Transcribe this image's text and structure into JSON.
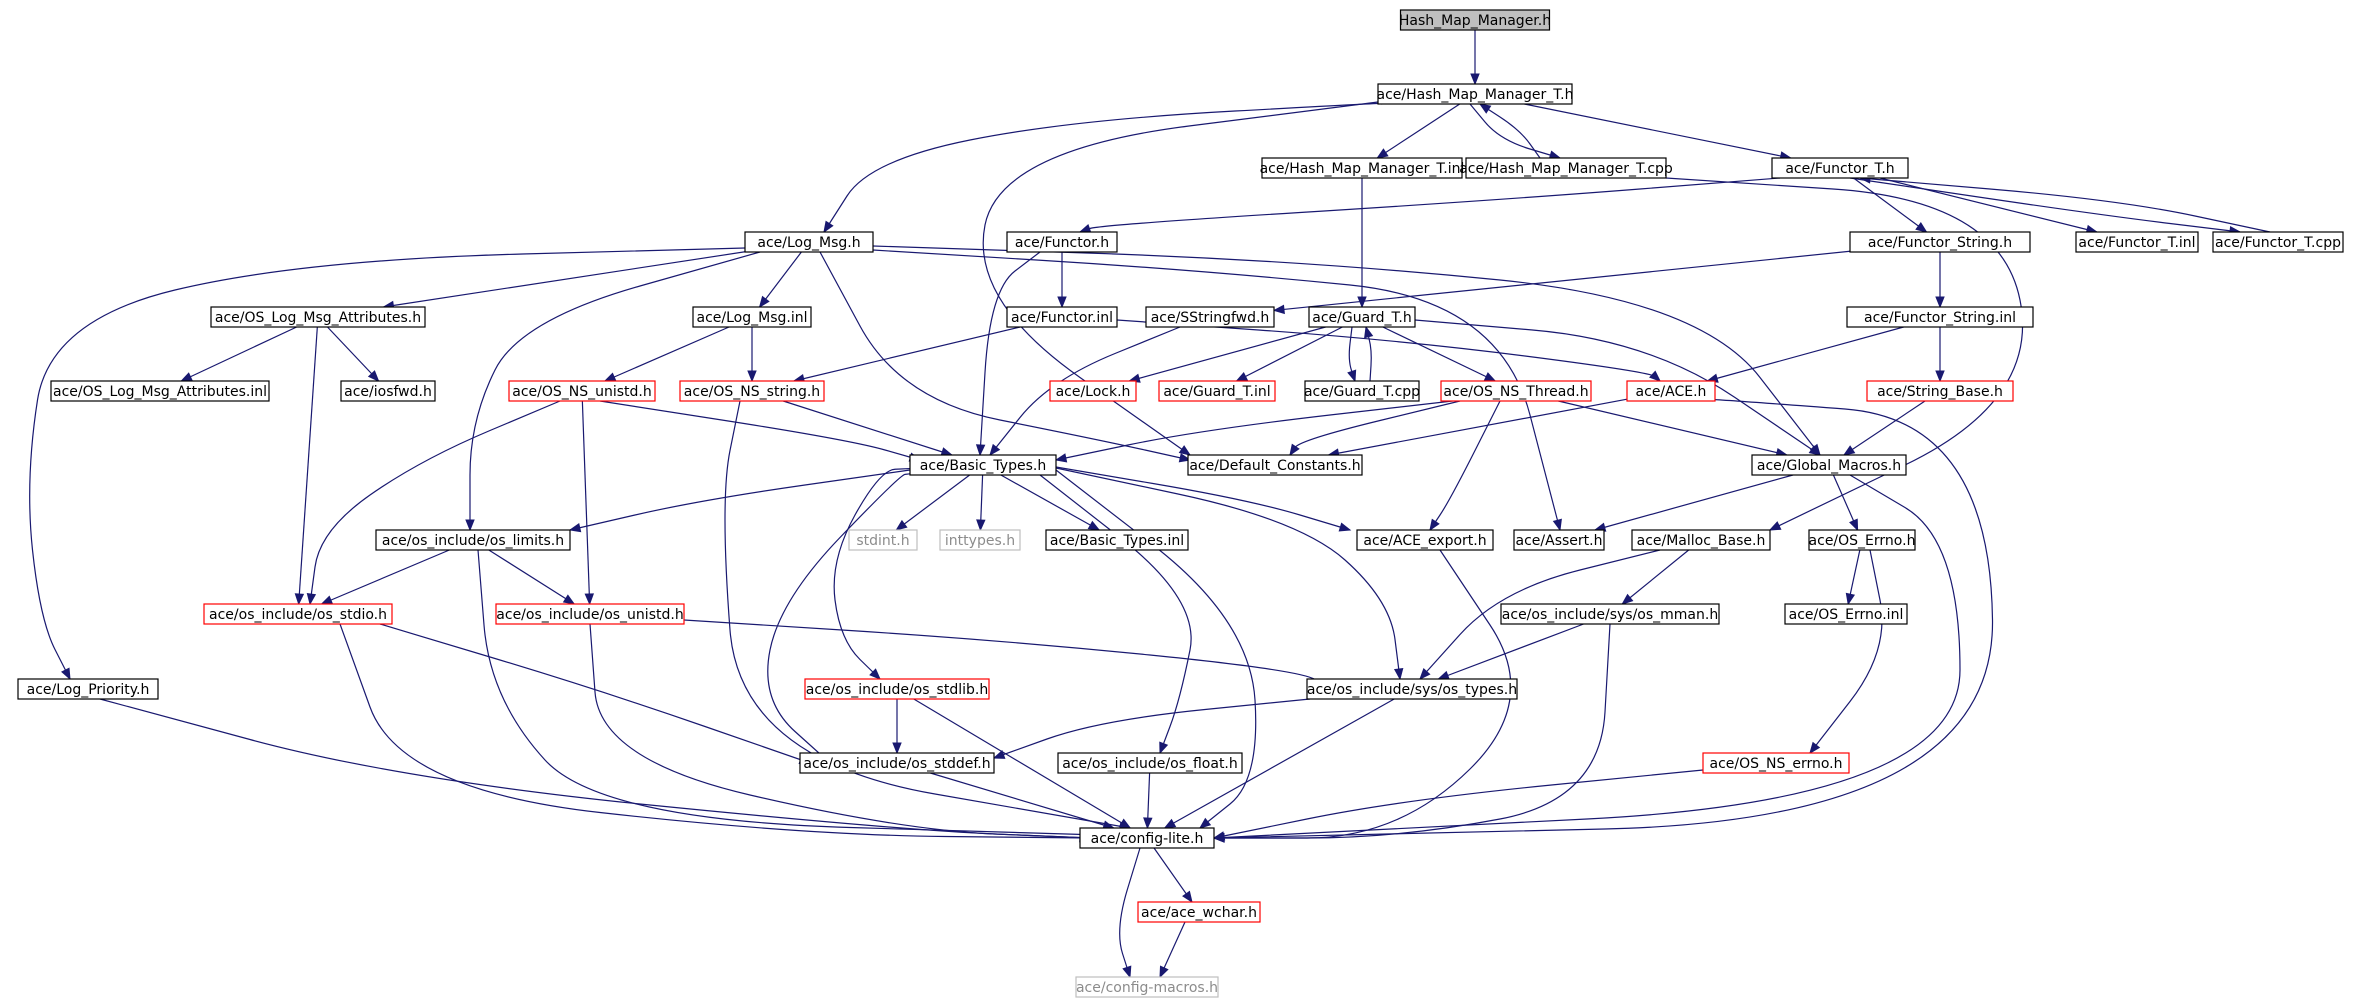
{
  "colors": {
    "edge": "#191970",
    "border_normal": "#000000",
    "border_truncated": "#ff0000",
    "border_external": "#bfbfbf",
    "fill_root": "#bfbfbf",
    "fill": "#ffffff"
  },
  "diagram": {
    "nodes": [
      {
        "id": "root",
        "label": "Hash_Map_Manager.h",
        "kind": "root"
      },
      {
        "id": "hmmT",
        "label": "ace/Hash_Map_Manager_T.h",
        "kind": "normal"
      },
      {
        "id": "hmmTinl",
        "label": "ace/Hash_Map_Manager_T.inl",
        "kind": "normal"
      },
      {
        "id": "hmmTcpp",
        "label": "ace/Hash_Map_Manager_T.cpp",
        "kind": "normal"
      },
      {
        "id": "functorT",
        "label": "ace/Functor_T.h",
        "kind": "normal"
      },
      {
        "id": "logmsg",
        "label": "ace/Log_Msg.h",
        "kind": "normal"
      },
      {
        "id": "functor",
        "label": "ace/Functor.h",
        "kind": "normal"
      },
      {
        "id": "functorString",
        "label": "ace/Functor_String.h",
        "kind": "normal"
      },
      {
        "id": "functorTinl",
        "label": "ace/Functor_T.inl",
        "kind": "normal"
      },
      {
        "id": "functorTcpp",
        "label": "ace/Functor_T.cpp",
        "kind": "normal"
      },
      {
        "id": "oslogattr",
        "label": "ace/OS_Log_Msg_Attributes.h",
        "kind": "normal"
      },
      {
        "id": "logmsginl",
        "label": "ace/Log_Msg.inl",
        "kind": "normal"
      },
      {
        "id": "functorinl",
        "label": "ace/Functor.inl",
        "kind": "normal"
      },
      {
        "id": "sstringfwd",
        "label": "ace/SStringfwd.h",
        "kind": "normal"
      },
      {
        "id": "guardT",
        "label": "ace/Guard_T.h",
        "kind": "normal"
      },
      {
        "id": "functorStringinl",
        "label": "ace/Functor_String.inl",
        "kind": "normal"
      },
      {
        "id": "oslogattrinl",
        "label": "ace/OS_Log_Msg_Attributes.inl",
        "kind": "normal"
      },
      {
        "id": "iosfwd",
        "label": "ace/iosfwd.h",
        "kind": "normal"
      },
      {
        "id": "osnsunistd",
        "label": "ace/OS_NS_unistd.h",
        "kind": "truncated"
      },
      {
        "id": "osnsstring",
        "label": "ace/OS_NS_string.h",
        "kind": "truncated"
      },
      {
        "id": "lock",
        "label": "ace/Lock.h",
        "kind": "truncated"
      },
      {
        "id": "guardTinl",
        "label": "ace/Guard_T.inl",
        "kind": "truncated"
      },
      {
        "id": "guardTcpp",
        "label": "ace/Guard_T.cpp",
        "kind": "normal"
      },
      {
        "id": "osnsthread",
        "label": "ace/OS_NS_Thread.h",
        "kind": "truncated"
      },
      {
        "id": "aceh",
        "label": "ace/ACE.h",
        "kind": "truncated"
      },
      {
        "id": "stringbase",
        "label": "ace/String_Base.h",
        "kind": "truncated"
      },
      {
        "id": "basictypes",
        "label": "ace/Basic_Types.h",
        "kind": "normal"
      },
      {
        "id": "defconst",
        "label": "ace/Default_Constants.h",
        "kind": "normal"
      },
      {
        "id": "globalmacros",
        "label": "ace/Global_Macros.h",
        "kind": "normal"
      },
      {
        "id": "oslimits",
        "label": "ace/os_include/os_limits.h",
        "kind": "normal"
      },
      {
        "id": "stdint",
        "label": "stdint.h",
        "kind": "external"
      },
      {
        "id": "inttypes",
        "label": "inttypes.h",
        "kind": "external"
      },
      {
        "id": "basictypesinl",
        "label": "ace/Basic_Types.inl",
        "kind": "normal"
      },
      {
        "id": "aceexport",
        "label": "ace/ACE_export.h",
        "kind": "normal"
      },
      {
        "id": "assert",
        "label": "ace/Assert.h",
        "kind": "normal"
      },
      {
        "id": "mallocbase",
        "label": "ace/Malloc_Base.h",
        "kind": "normal"
      },
      {
        "id": "oserrno",
        "label": "ace/OS_Errno.h",
        "kind": "normal"
      },
      {
        "id": "osstdio",
        "label": "ace/os_include/os_stdio.h",
        "kind": "truncated"
      },
      {
        "id": "osunistd",
        "label": "ace/os_include/os_unistd.h",
        "kind": "truncated"
      },
      {
        "id": "osmman",
        "label": "ace/os_include/sys/os_mman.h",
        "kind": "normal"
      },
      {
        "id": "oserrnoinl",
        "label": "ace/OS_Errno.inl",
        "kind": "normal"
      },
      {
        "id": "logpriority",
        "label": "ace/Log_Priority.h",
        "kind": "normal"
      },
      {
        "id": "osstdlib",
        "label": "ace/os_include/os_stdlib.h",
        "kind": "truncated"
      },
      {
        "id": "ostypes",
        "label": "ace/os_include/sys/os_types.h",
        "kind": "normal"
      },
      {
        "id": "osstddef",
        "label": "ace/os_include/os_stddef.h",
        "kind": "normal"
      },
      {
        "id": "osfloat",
        "label": "ace/os_include/os_float.h",
        "kind": "normal"
      },
      {
        "id": "osnserrno",
        "label": "ace/OS_NS_errno.h",
        "kind": "truncated"
      },
      {
        "id": "configlite",
        "label": "ace/config-lite.h",
        "kind": "normal"
      },
      {
        "id": "acewchar",
        "label": "ace/ace_wchar.h",
        "kind": "truncated"
      },
      {
        "id": "configmacros",
        "label": "ace/config-macros.h",
        "kind": "external"
      }
    ],
    "edges": [
      [
        "root",
        "hmmT"
      ],
      [
        "hmmT",
        "logmsg"
      ],
      [
        "hmmT",
        "hmmTinl"
      ],
      [
        "hmmT",
        "hmmTcpp"
      ],
      [
        "hmmT",
        "functorT"
      ],
      [
        "hmmT",
        "defconst"
      ],
      [
        "hmmTcpp",
        "hmmT"
      ],
      [
        "hmmTcpp",
        "mallocbase"
      ],
      [
        "hmmTinl",
        "guardT"
      ],
      [
        "functorT",
        "functor"
      ],
      [
        "functorT",
        "functorString"
      ],
      [
        "functorT",
        "functorTinl"
      ],
      [
        "functorT",
        "functorTcpp"
      ],
      [
        "functorTcpp",
        "functorT"
      ],
      [
        "logmsg",
        "oslogattr"
      ],
      [
        "logmsg",
        "logmsginl"
      ],
      [
        "logmsg",
        "logpriority"
      ],
      [
        "logmsg",
        "oslimits"
      ],
      [
        "logmsg",
        "defconst"
      ],
      [
        "logmsg",
        "globalmacros"
      ],
      [
        "logmsg",
        "assert"
      ],
      [
        "functor",
        "functorinl"
      ],
      [
        "functor",
        "basictypes"
      ],
      [
        "functorString",
        "sstringfwd"
      ],
      [
        "functorString",
        "functorStringinl"
      ],
      [
        "functorinl",
        "aceh"
      ],
      [
        "functorinl",
        "osnsstring"
      ],
      [
        "sstringfwd",
        "basictypes"
      ],
      [
        "guardT",
        "lock"
      ],
      [
        "guardT",
        "guardTinl"
      ],
      [
        "guardT",
        "guardTcpp"
      ],
      [
        "guardT",
        "osnsthread"
      ],
      [
        "guardT",
        "globalmacros"
      ],
      [
        "guardTcpp",
        "guardT"
      ],
      [
        "functorStringinl",
        "aceh"
      ],
      [
        "functorStringinl",
        "stringbase"
      ],
      [
        "oslogattr",
        "oslogattrinl"
      ],
      [
        "oslogattr",
        "iosfwd"
      ],
      [
        "oslogattr",
        "osstdio"
      ],
      [
        "logmsginl",
        "osnsunistd"
      ],
      [
        "logmsginl",
        "osnsstring"
      ],
      [
        "osnsunistd",
        "basictypes"
      ],
      [
        "osnsunistd",
        "osstdio"
      ],
      [
        "osnsunistd",
        "osunistd"
      ],
      [
        "osnsstring",
        "basictypes"
      ],
      [
        "osnsstring",
        "configlite"
      ],
      [
        "osnsthread",
        "basictypes"
      ],
      [
        "osnsthread",
        "defconst"
      ],
      [
        "osnsthread",
        "globalmacros"
      ],
      [
        "osnsthread",
        "aceexport"
      ],
      [
        "aceh",
        "defconst"
      ],
      [
        "aceh",
        "configlite"
      ],
      [
        "stringbase",
        "globalmacros"
      ],
      [
        "basictypes",
        "oslimits"
      ],
      [
        "basictypes",
        "stdint"
      ],
      [
        "basictypes",
        "inttypes"
      ],
      [
        "basictypes",
        "basictypesinl"
      ],
      [
        "basictypes",
        "aceexport"
      ],
      [
        "basictypes",
        "ostypes"
      ],
      [
        "basictypes",
        "osstdlib"
      ],
      [
        "basictypes",
        "osstddef"
      ],
      [
        "basictypes",
        "osfloat"
      ],
      [
        "basictypes",
        "configlite"
      ],
      [
        "globalmacros",
        "assert"
      ],
      [
        "globalmacros",
        "oserrno"
      ],
      [
        "globalmacros",
        "configlite"
      ],
      [
        "oslimits",
        "osstdio"
      ],
      [
        "oslimits",
        "osunistd"
      ],
      [
        "oslimits",
        "configlite"
      ],
      [
        "aceexport",
        "configlite"
      ],
      [
        "mallocbase",
        "ostypes"
      ],
      [
        "mallocbase",
        "osmman"
      ],
      [
        "oserrno",
        "oserrnoinl"
      ],
      [
        "oserrno",
        "osnserrno"
      ],
      [
        "osstdio",
        "osstddef"
      ],
      [
        "osstdio",
        "configlite"
      ],
      [
        "osunistd",
        "ostypes"
      ],
      [
        "osunistd",
        "configlite"
      ],
      [
        "osmman",
        "ostypes"
      ],
      [
        "osmman",
        "configlite"
      ],
      [
        "logpriority",
        "configlite"
      ],
      [
        "osstdlib",
        "osstddef"
      ],
      [
        "osstdlib",
        "configlite"
      ],
      [
        "ostypes",
        "osstddef"
      ],
      [
        "ostypes",
        "configlite"
      ],
      [
        "osstddef",
        "configlite"
      ],
      [
        "osfloat",
        "configlite"
      ],
      [
        "osnserrno",
        "configlite"
      ],
      [
        "configlite",
        "acewchar"
      ],
      [
        "configlite",
        "configmacros"
      ],
      [
        "acewchar",
        "configmacros"
      ]
    ]
  }
}
